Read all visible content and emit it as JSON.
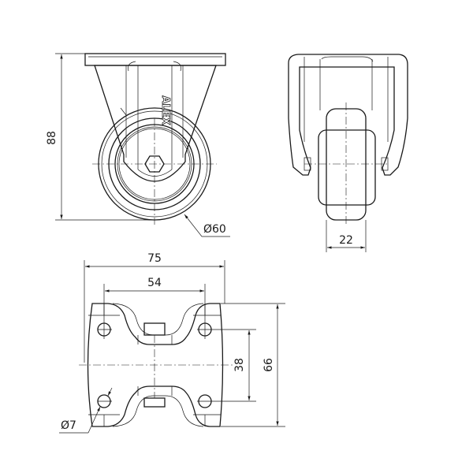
{
  "drawing": {
    "brand_logo": "ALEX",
    "dimensions": {
      "height": "88",
      "wheel_diameter": "Ø60",
      "wheel_width": "22",
      "plate_width": "75",
      "hole_spacing_x": "54",
      "hole_spacing_y": "38",
      "plate_length": "66",
      "hole_diameter": "Ø7"
    },
    "line_color": "#1a1a1a"
  }
}
